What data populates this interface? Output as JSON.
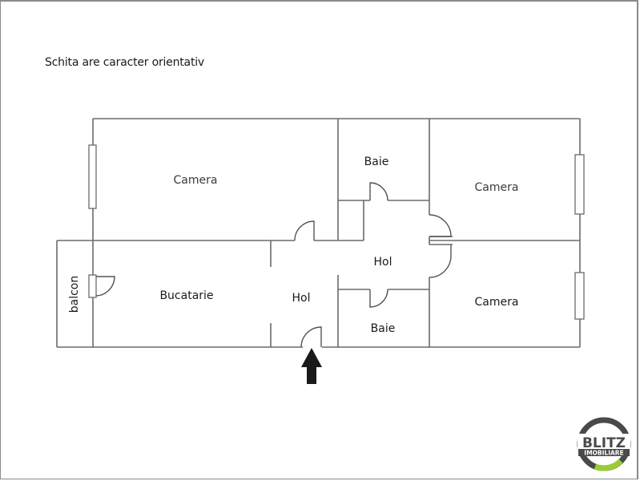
{
  "note": "Schita are caracter orientativ",
  "rooms": {
    "camera_top_left": "Camera",
    "camera_top_right": "Camera",
    "camera_bottom_right": "Camera",
    "bucatarie": "Bucatarie",
    "balcon": "balcon",
    "hol_left": "Hol",
    "hol_center": "Hol",
    "baie_top": "Baie",
    "baie_bottom": "Baie"
  },
  "entrance": {
    "icon": "arrow-up-icon",
    "color": "#1a1a1a"
  },
  "logo": {
    "line1": "BLITZ",
    "line2": "IMOBILIARE",
    "ring_color": "#4a4a4a",
    "accent_color": "#9acd32"
  },
  "colors": {
    "wall": "#6b6b6b",
    "text": "#1a1a1a",
    "background": "#ffffff"
  }
}
